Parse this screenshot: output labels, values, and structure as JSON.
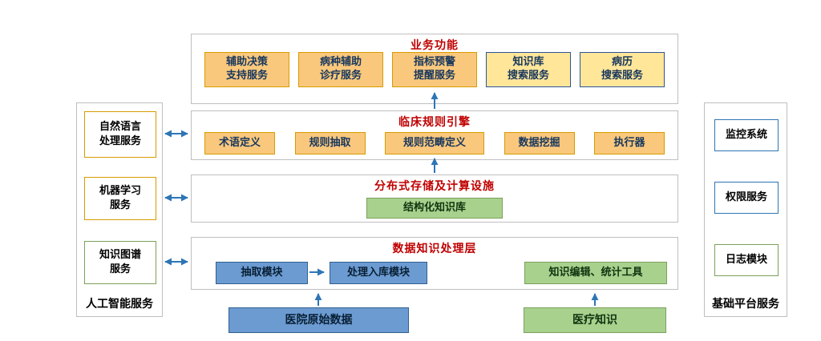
{
  "colors": {
    "section_title_red": "#C00000",
    "orange_fill": "#FAC87C",
    "orange_border": "#D79B00",
    "yellow_fill": "#FFE699",
    "yellow_border": "#2F5597",
    "green_fill": "#A9D18E",
    "green_border": "#7BA05B",
    "blue_fill": "#6C9BD2",
    "blue_border": "#31608F",
    "arrow_blue": "#2E75B6",
    "panel_border": "#BFBFBF"
  },
  "left_panel": {
    "label": "人工智能服务",
    "items": [
      {
        "label": "自然语言\n处理服务"
      },
      {
        "label": "机器学习\n服务"
      },
      {
        "label": "知识图谱\n服务"
      }
    ]
  },
  "right_panel": {
    "label": "基础平台服务",
    "items": [
      {
        "label": "监控系统"
      },
      {
        "label": "权限服务"
      },
      {
        "label": "日志模块"
      }
    ]
  },
  "layers": {
    "business": {
      "title": "业务功能",
      "items": [
        {
          "label": "辅助决策\n支持服务"
        },
        {
          "label": "病种辅助\n诊疗服务"
        },
        {
          "label": "指标预警\n提醒服务"
        },
        {
          "label": "知识库\n搜索服务"
        },
        {
          "label": "病历\n搜索服务"
        }
      ]
    },
    "clinical": {
      "title": "临床规则引擎",
      "items": [
        {
          "label": "术语定义"
        },
        {
          "label": "规则抽取"
        },
        {
          "label": "规则范畴定义"
        },
        {
          "label": "数据挖掘"
        },
        {
          "label": "执行器"
        }
      ]
    },
    "storage": {
      "title": "分布式存储及计算设施",
      "items": [
        {
          "label": "结构化知识库"
        }
      ]
    },
    "processing": {
      "title": "数据知识处理层",
      "items": [
        {
          "label": "抽取模块"
        },
        {
          "label": "处理入库模块"
        },
        {
          "label": "知识编辑、统计工具"
        }
      ]
    }
  },
  "sources": {
    "hospital_data": {
      "label": "医院原始数据"
    },
    "medical_knowledge": {
      "label": "医疗知识"
    }
  }
}
